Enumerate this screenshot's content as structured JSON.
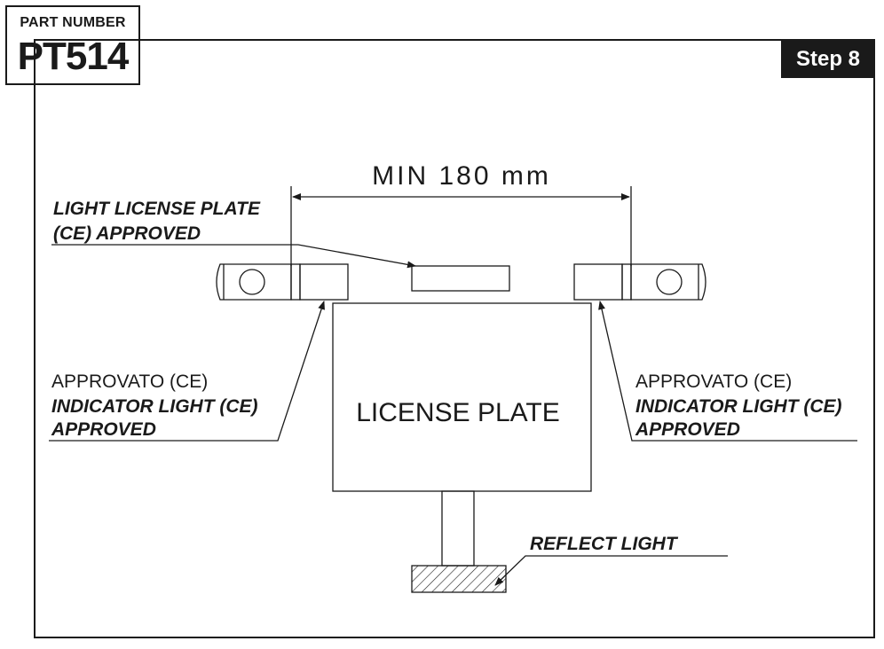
{
  "header": {
    "part_label": "PART NUMBER",
    "part_number": "PT514",
    "step": "Step 8"
  },
  "diagram": {
    "dimension": "MIN 180 mm",
    "license_plate_light": [
      "LIGHT LICENSE PLATE",
      "(CE) APPROVED"
    ],
    "left_indicator": [
      "APPROVATO (CE)",
      "INDICATOR LIGHT (CE)",
      "APPROVED"
    ],
    "right_indicator": [
      "APPROVATO (CE)",
      "INDICATOR LIGHT (CE)",
      "APPROVED"
    ],
    "plate": "LICENSE PLATE",
    "reflect": "REFLECT LIGHT"
  }
}
